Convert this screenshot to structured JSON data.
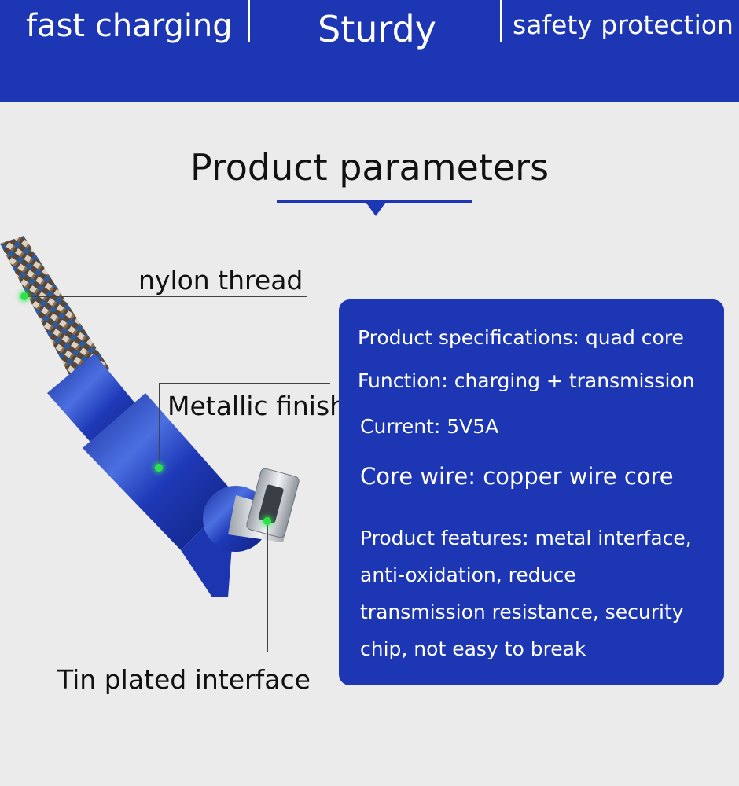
{
  "banner": {
    "features": [
      "fast charging",
      "Sturdy",
      "safety protection"
    ],
    "color": "#1c36b4"
  },
  "section": {
    "title": "Product parameters"
  },
  "product_image": {
    "icon": "right-angle-usb-c-cable-image",
    "callouts": {
      "nylon": "nylon thread",
      "metal": "Metallic finish",
      "tin": "Tin plated interface"
    }
  },
  "specs": {
    "specification": "Product specifications: quad core",
    "function": "Function: charging + transmission",
    "current": "Current: 5V5A",
    "core_wire": "Core wire: copper wire core",
    "features": "Product features: metal interface, anti-oxidation, reduce transmission resistance, security chip, not easy to break"
  }
}
